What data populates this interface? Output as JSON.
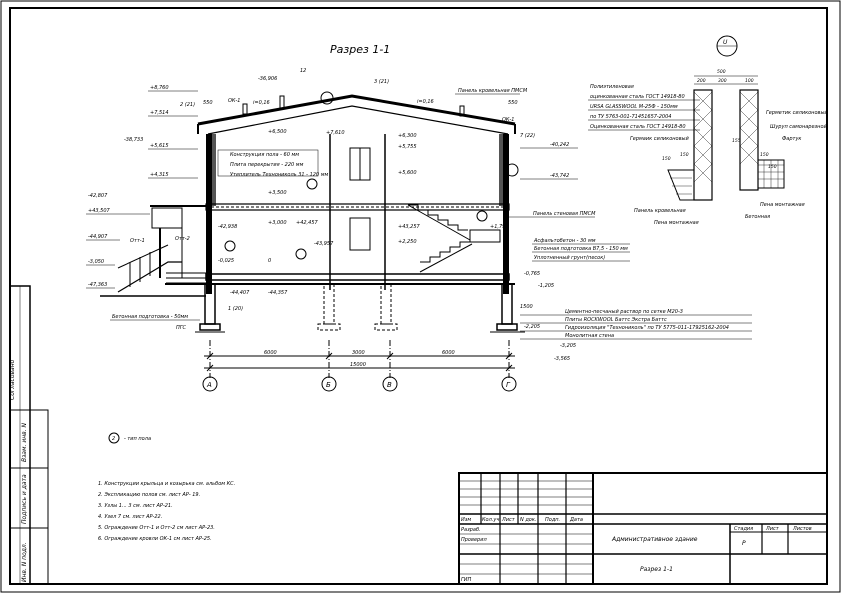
{
  "title": "Разрез 1-1",
  "circle_marker": "U",
  "left_levels": [
    "+8,760",
    "+7,514",
    "-38,733",
    "+5,615",
    "+4,315",
    "-42,807",
    "+43,507",
    "-44,907",
    "-3,050",
    "-47,363"
  ],
  "mid_levels": [
    "-36,906",
    "+6,500",
    "+7,610",
    "+6,300",
    "+5,755",
    "+5,600",
    "+3,500",
    "+3,000",
    "+42,457",
    "-42,938",
    "-43,957",
    "+43,257",
    "+2,250",
    "+1,790",
    "-0,025",
    "0",
    "-44,407",
    "-44,357",
    "-0,765",
    "-1,205",
    "-2,205",
    "-3,205",
    "-3,565"
  ],
  "right_levels": [
    "-40,242",
    "-43,742"
  ],
  "callouts": {
    "roof_panel": "Панель кровельная ПМСМ",
    "wall_panel": "Панель стеновая ПМСМ",
    "ok1_a": "ОК-1",
    "ok1_b": "ОК-1",
    "ots1": "Отт-1",
    "ots2": "Отт-2",
    "concrete_prep": "Бетонная подготовка - 50мм",
    "pgs": "ПГС",
    "slope_a": "i=0,16",
    "slope_b": "i=0,16",
    "mark_12": "12",
    "mark_3_21": "3 (21)",
    "mark_2_21": "2 (21)",
    "mark_7_22": "7 (22)",
    "mark_1_20": "1 (20)",
    "mark_550": "550",
    "mark_550b": "550",
    "mark_1500": "1500"
  },
  "roof_spec": [
    "Конструкция пола - 60 мм",
    "Плита перекрытия - 220 мм",
    "Утеплитель Технониколь 31 - 120 мм"
  ],
  "floor_spec": [
    "Асфальтобетон - 30 мм",
    "Бетонная подготовка В7,5 - 150 мм",
    "Уплотненный грунт(песок)"
  ],
  "foundation_spec": [
    "Цементно-песчаный раствор по сетке М20-3",
    "Плиты ROCKWOOL Баттс Экстра Баттс",
    "Гидроизоляция \"Технониколь\" по ТУ 5775-011-17925162-2004",
    "Монолитная стена"
  ],
  "detail_spec": [
    "Полиэтиленовая",
    "оцинкованная сталь ГОСТ 14918-80",
    "URSA GLASSWOOL М-25Ф - 150мм",
    "по ТУ 5763-001-71451657-2004",
    "Оцинкованная сталь ГОСТ 14918-80"
  ],
  "detail_labels": [
    "Герметик силиконовый",
    "Шуруп самонарезной",
    "Фартук",
    "Пена монтажная",
    "Панель кровельная",
    "Пена монтажная",
    "Бетонная",
    "Гермаик силиконовый"
  ],
  "detail_dims": [
    "500",
    "200",
    "300",
    "100",
    "150",
    "150",
    "150",
    "150",
    "155"
  ],
  "grid_dims": [
    "6000",
    "3000",
    "6000",
    "15000"
  ],
  "axes": [
    "А",
    "Б",
    "В",
    "Г"
  ],
  "floor_legend": {
    "marker": "2",
    "text": "- тип пола"
  },
  "notes": [
    "1. Конструкции крыльца и козырька см. альбом КС.",
    "2. Экспликацию полов см. лист АР- 19.",
    "3. Узлы 1... 3 см. лист АР-21.",
    "4. Узел 7 см. лист АР-22.",
    "5. Ограждение Отт-1 и Отт-2 см лист АР-23.",
    "6. Ограждение кровли ОК-1 см лист АР-25."
  ],
  "side_stamp": [
    "Согласовано",
    "Взам. инв. N",
    "Подпись и дата",
    "Инв. N подл."
  ],
  "title_block": {
    "headers": [
      "Изм",
      "Кол.уч",
      "Лист",
      "N док.",
      "Подп.",
      "Дата"
    ],
    "roles": [
      "Разраб.",
      "Проверил",
      "ГИП"
    ],
    "building": "Административное здание",
    "sheet_name": "Разрез 1-1",
    "stage_header": "Стадия",
    "sheet_header": "Лист",
    "sheets_header": "Листов",
    "stage": "Р"
  }
}
